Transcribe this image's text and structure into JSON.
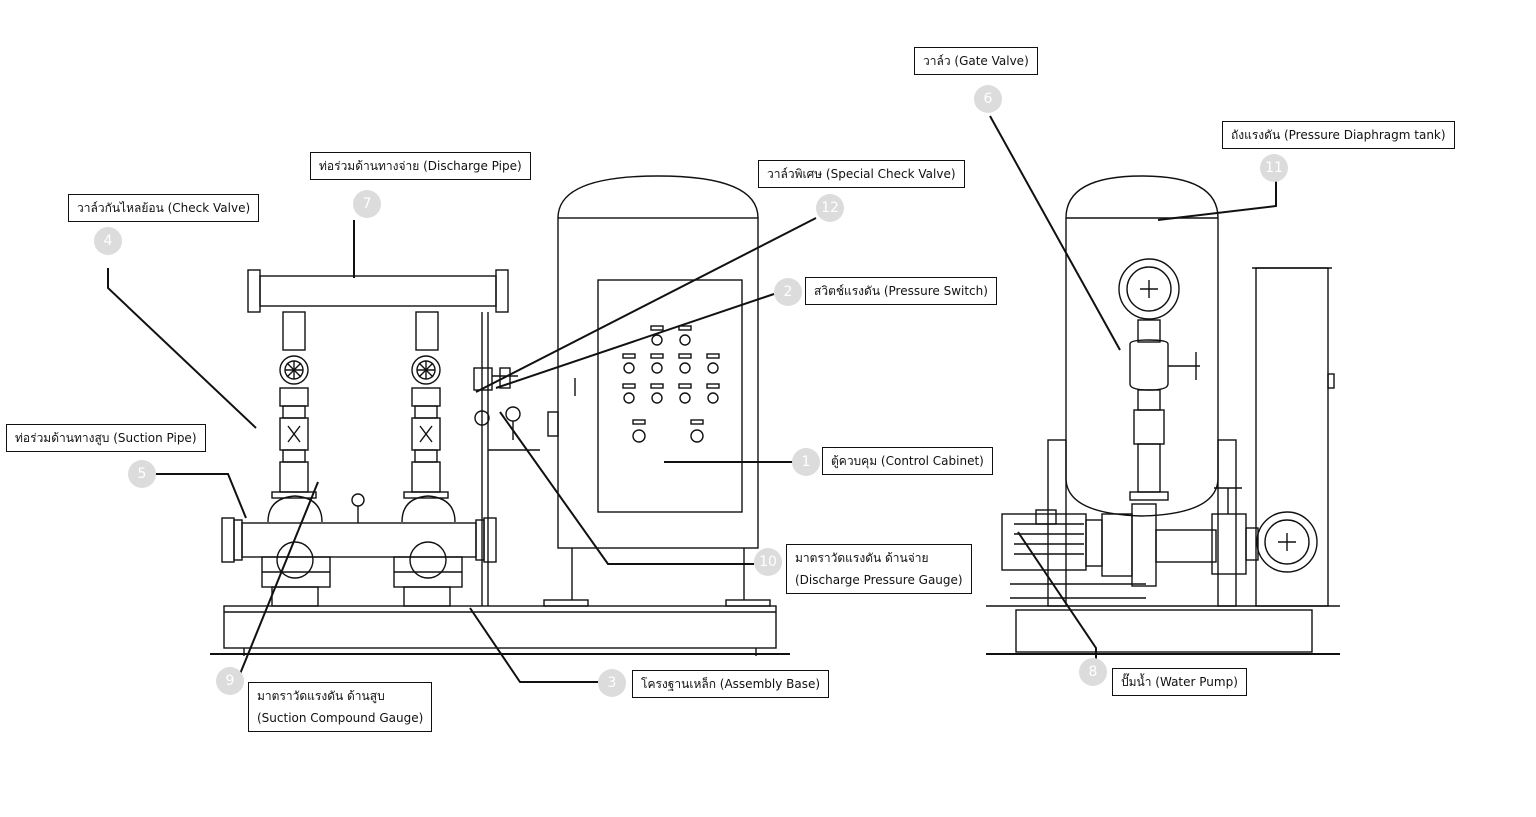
{
  "callouts": [
    {
      "id": "1",
      "number": "1",
      "text": "ตู้ควบคุม (Control Cabinet)"
    },
    {
      "id": "2",
      "number": "2",
      "text": "สวิตช์แรงดัน (Pressure Switch)"
    },
    {
      "id": "3",
      "number": "3",
      "text": "โครงฐานเหล็ก (Assembly Base)"
    },
    {
      "id": "4",
      "number": "4",
      "text": "วาล์วกันไหลย้อน (Check Valve)"
    },
    {
      "id": "5",
      "number": "5",
      "text": "ท่อร่วมด้านทางสูบ (Suction Pipe)"
    },
    {
      "id": "6",
      "number": "6",
      "text": "วาล์ว (Gate Valve)"
    },
    {
      "id": "7",
      "number": "7",
      "text": "ท่อร่วมด้านทางจ่าย (Discharge Pipe)"
    },
    {
      "id": "8",
      "number": "8",
      "text": "ปั๊มน้ำ (Water Pump)"
    },
    {
      "id": "9",
      "number": "9",
      "line1": "มาตราวัดแรงดัน ด้านสูบ",
      "line2": "(Suction Compound Gauge)"
    },
    {
      "id": "10",
      "number": "10",
      "line1": "มาตราวัดแรงดัน ด้านจ่าย",
      "line2": "(Discharge Pressure Gauge)"
    },
    {
      "id": "11",
      "number": "11",
      "text": "ถังแรงดัน (Pressure Diaphragm tank)"
    },
    {
      "id": "12",
      "number": "12",
      "text": "วาล์วพิเศษ (Special Check Valve)"
    }
  ]
}
